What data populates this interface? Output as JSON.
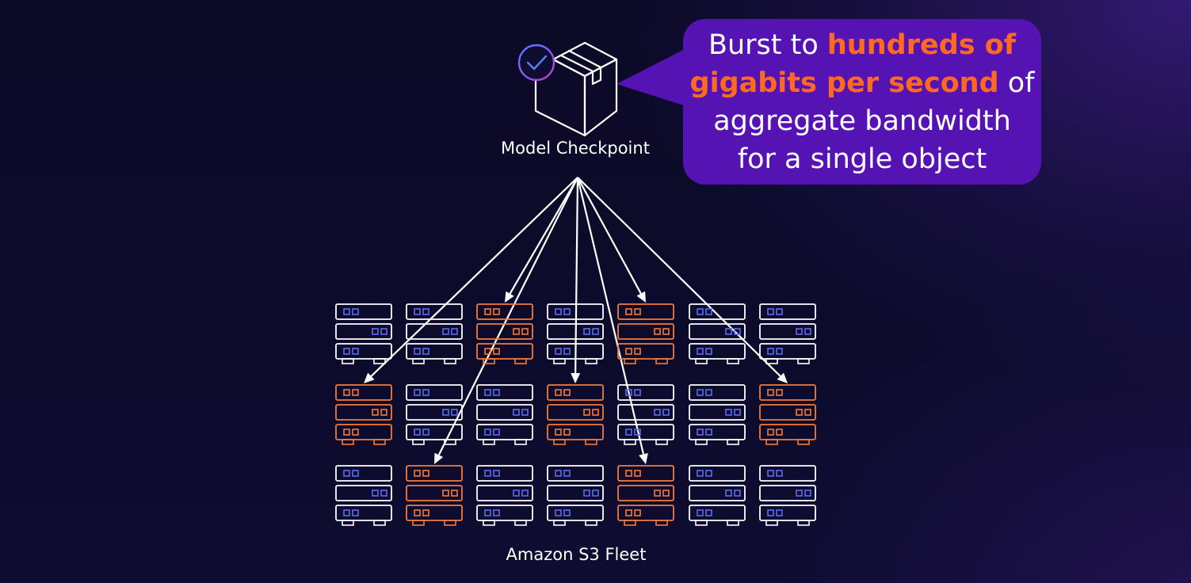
{
  "callout": {
    "line1_prefix": "Burst to ",
    "line1_highlight": "hundreds of",
    "line2_highlight": "gigabits per second",
    "line2_suffix": " of",
    "line3": "aggregate bandwidth",
    "line4": "for a single object",
    "background_color": "#5613b4",
    "highlight_color": "#ff6a1f"
  },
  "checkpoint": {
    "label": "Model Checkpoint",
    "icon": "package-box-icon",
    "badge_icon": "check-circle-icon"
  },
  "fleet": {
    "label": "Amazon S3 Fleet",
    "rows": 3,
    "columns": 7,
    "server_icon": "server-rack-icon",
    "default_color": "#ffffff",
    "active_color": "#f47b3b",
    "indicator_color": "#5a6cf0",
    "active_servers": [
      {
        "row": 0,
        "col": 2
      },
      {
        "row": 0,
        "col": 4
      },
      {
        "row": 1,
        "col": 0
      },
      {
        "row": 1,
        "col": 3
      },
      {
        "row": 1,
        "col": 6
      },
      {
        "row": 2,
        "col": 1
      },
      {
        "row": 2,
        "col": 4
      }
    ]
  }
}
